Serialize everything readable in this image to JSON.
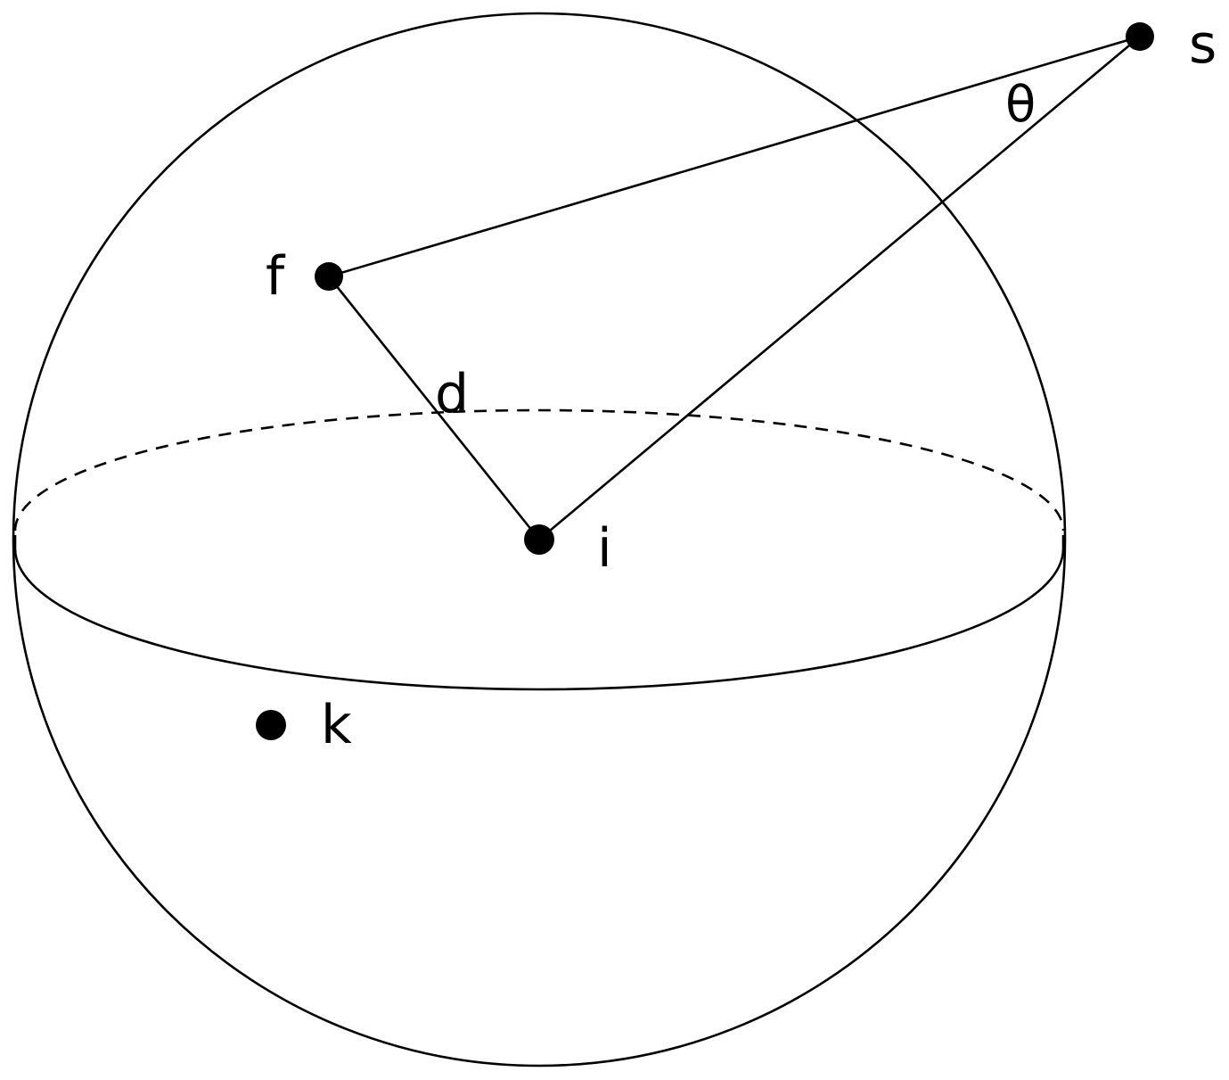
{
  "diagram": {
    "labels": {
      "s": "s",
      "f": "f",
      "d": "d",
      "i": "i",
      "k": "k",
      "theta": "θ"
    },
    "colors": {
      "line": "#000000",
      "background": "#ffffff"
    }
  }
}
